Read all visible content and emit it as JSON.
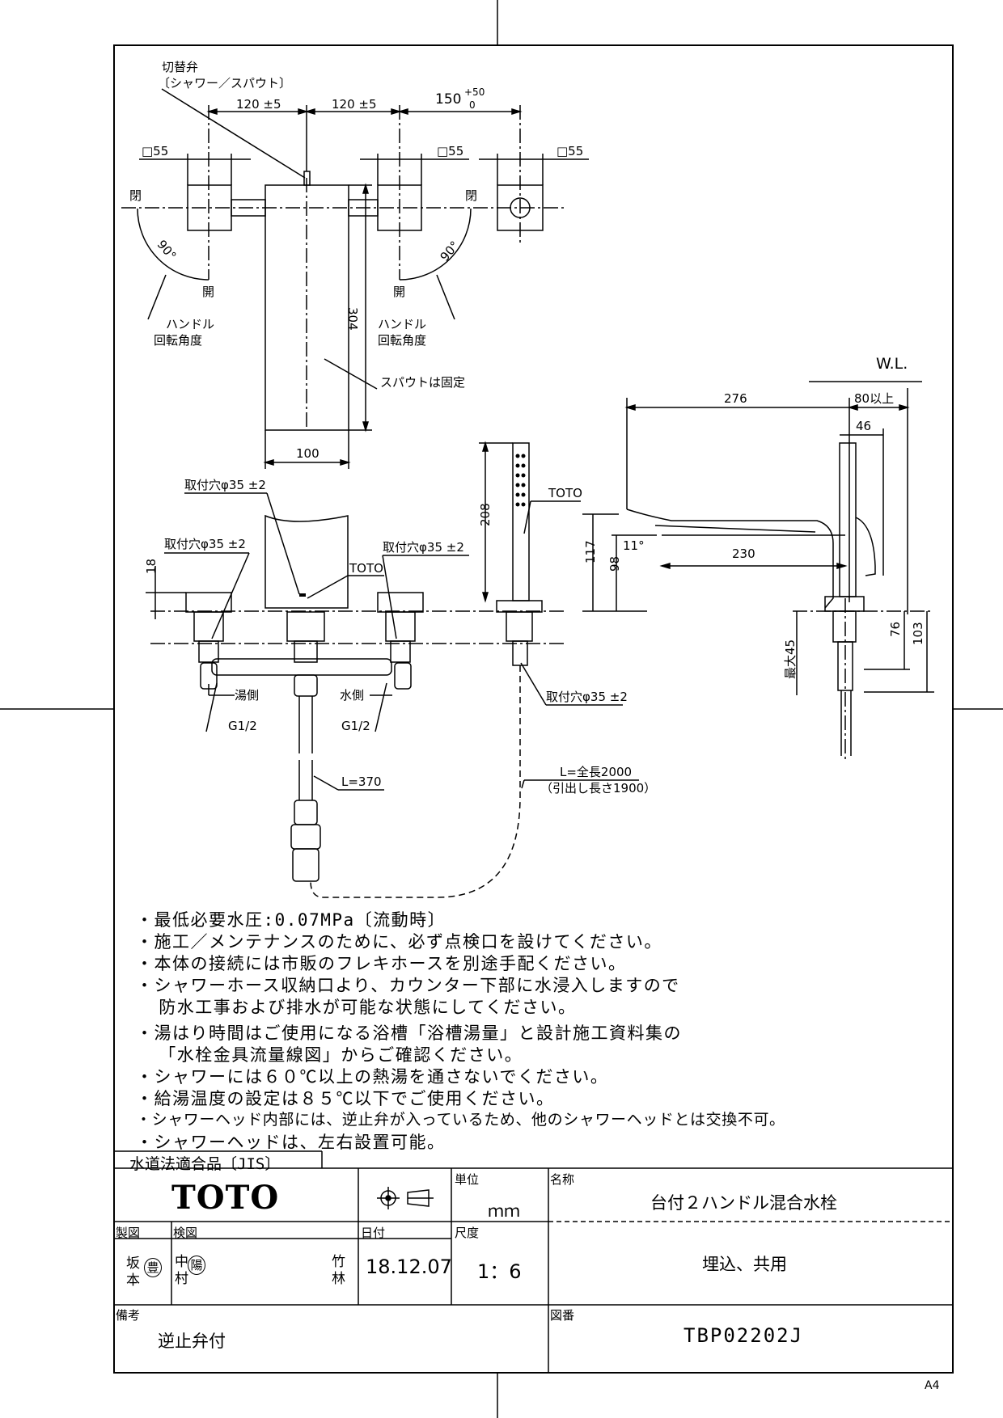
{
  "drawing": {
    "top_view": {
      "valve_label_1": "切替弁",
      "valve_label_2": "〔シャワー／スパウト〕",
      "dim_left": "120 ±5",
      "dim_mid": "120 ±5",
      "dim_right": "150",
      "dim_right_tol_upper": "+50",
      "dim_right_tol_lower": "0",
      "sq_left": "□55",
      "sq_mid": "□55",
      "sq_right": "□55",
      "closed_left": "閉",
      "closed_right": "閉",
      "open_left": "開",
      "open_right": "開",
      "angle_left": "90°",
      "angle_right": "90°",
      "handle_label_left_1": "ハンドル",
      "handle_label_left_2": "回転角度",
      "handle_label_right_1": "ハンドル",
      "handle_label_right_2": "回転角度",
      "height_304": "304",
      "spout_fixed": "スパウトは固定",
      "width_100": "100"
    },
    "front_view": {
      "hole_top": "取付穴φ35 ±2",
      "hole_left": "取付穴φ35 ±2",
      "hole_mid": "取付穴φ35 ±2",
      "hole_bottom": "取付穴φ35 ±2",
      "dim_18": "18",
      "toto_body": "TOTO",
      "toto_shower": "TOTO",
      "dim_208": "208",
      "hot_side": "湯側",
      "cold_side": "水側",
      "g_left": "G1/2",
      "g_right": "G1/2",
      "l370": "L=370",
      "hose_len_1": "L=全長2000",
      "hose_len_2": "（引出し長さ1900）"
    },
    "side_view": {
      "wl": "W.L.",
      "dim_276": "276",
      "dim_80": "80以上",
      "dim_46": "46",
      "dim_117": "117",
      "dim_98": "98",
      "angle_11": "11°",
      "dim_230": "230",
      "dim_76": "76",
      "dim_103": "103",
      "max45": "最大45"
    }
  },
  "notes": [
    "・最低必要水圧:0.07MPa〔流動時〕",
    "・施工／メンテナンスのために、必ず点検口を設けてください。",
    "・本体の接続には市販のフレキホースを別途手配ください。",
    "・シャワーホース収納口より、カウンター下部に水浸入しますので",
    "  防水工事および排水が可能な状態にしてください。",
    "・湯はり時間はご使用になる浴槽「浴槽湯量」と設計施工資料集の",
    "  「水栓金具流量線図」からご確認ください。",
    "・シャワーには６０℃以上の熱湯を通さないでください。",
    "・給湯温度の設定は８５℃以下でご使用ください。",
    "・シャワーヘッド内部には、逆止弁が入っているため、他のシャワーヘッドとは交換不可。",
    "・シャワーヘッドは、左右設置可能。"
  ],
  "title_block": {
    "jis_label": "水道法適合品〔JIS〕",
    "brand": "TOTO",
    "unit_label": "単位",
    "unit_value": "ｍｍ",
    "name_label": "名称",
    "name_value": "台付２ハンドル混合水栓",
    "subtitle": "埋込、共用",
    "drawn_label": "製図",
    "drawn_1": "坂",
    "drawn_2": "本",
    "drawn_seal": "豊",
    "checked_label": "検図",
    "checked_1": "中",
    "checked_2": "村",
    "checked_seal": "陽",
    "checked_3": "竹",
    "checked_4": "林",
    "date_label": "日付",
    "date_value": "18.12.07",
    "scale_label": "尺度",
    "scale_value": "1：6",
    "remarks_label": "備考",
    "remarks_value": "逆止弁付",
    "drawing_no_label": "図番",
    "drawing_no": "TBP02202J"
  },
  "paper_size": "A4"
}
